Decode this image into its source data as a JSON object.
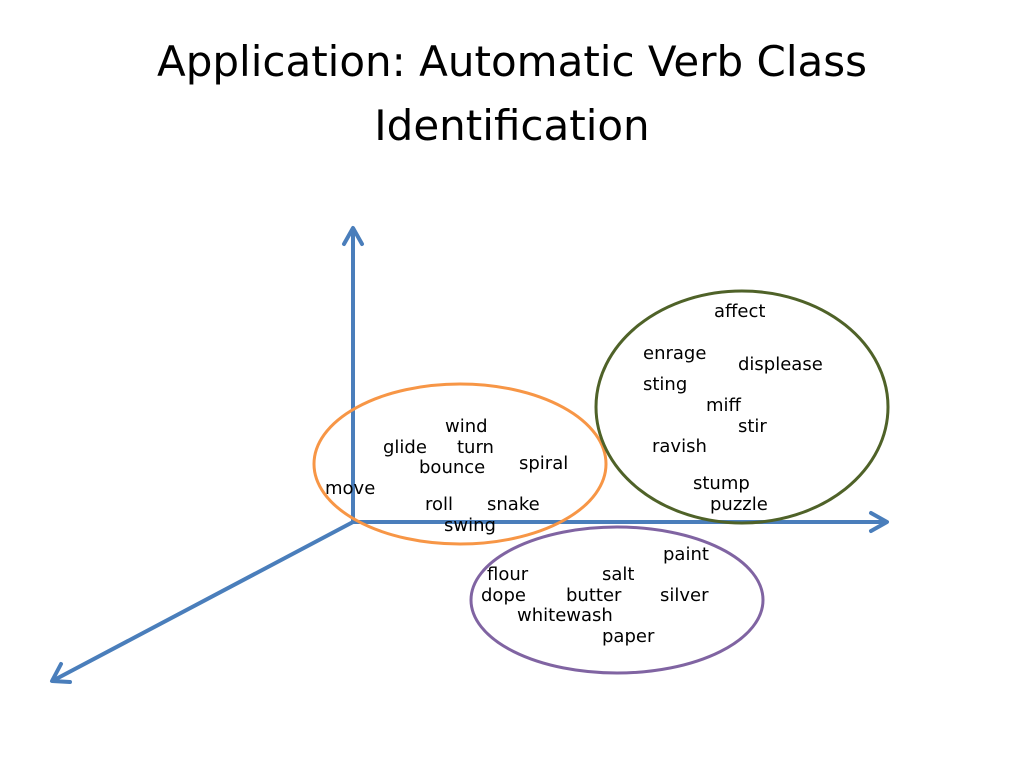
{
  "slide": {
    "title": "Application: Automatic Verb Class Identification"
  },
  "colors": {
    "axis": "#4a7ebb",
    "motion_cluster": "#f79646",
    "psych_cluster": "#4f6228",
    "substance_cluster": "#8064a2"
  },
  "clusters": {
    "motion": {
      "words": [
        "wind",
        "glide",
        "turn",
        "bounce",
        "spiral",
        "move",
        "roll",
        "snake",
        "swing"
      ]
    },
    "psych": {
      "words": [
        "affect",
        "enrage",
        "displease",
        "sting",
        "miff",
        "stir",
        "ravish",
        "stump",
        "puzzle"
      ]
    },
    "substance": {
      "words": [
        "paint",
        "flour",
        "salt",
        "dope",
        "butter",
        "silver",
        "whitewash",
        "paper"
      ]
    }
  }
}
